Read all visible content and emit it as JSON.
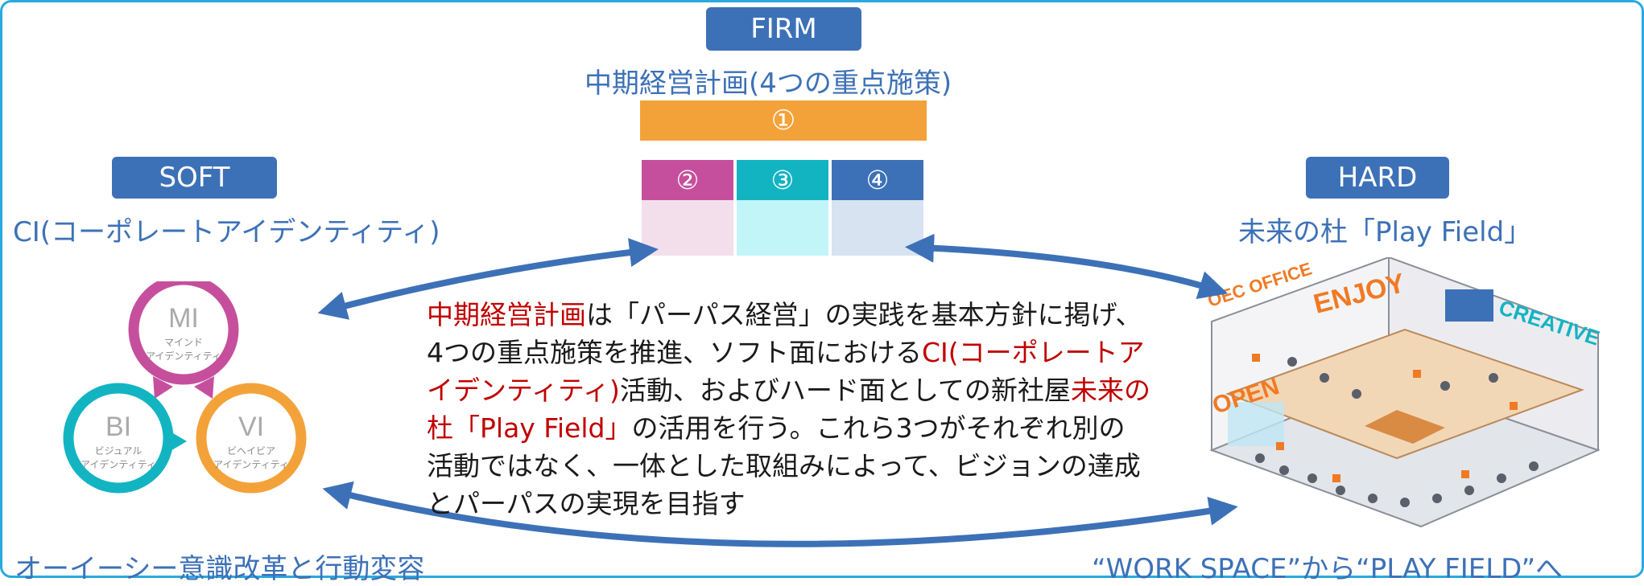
{
  "firm": {
    "tag": "FIRM",
    "subtitle": "中期経営計画(4つの重点施策)",
    "cells": {
      "c1": "①",
      "c2": "②",
      "c3": "③",
      "c4": "④"
    }
  },
  "soft": {
    "tag": "SOFT",
    "subtitle": "CI(コーポレートアイデンティティ)",
    "circles": {
      "mi": {
        "abbr": "MI",
        "line1": "マインド",
        "line2": "アイデンティティ"
      },
      "bi": {
        "abbr": "BI",
        "line1": "ビジュアル",
        "line2": "アイデンティティ"
      },
      "vi": {
        "abbr": "VI",
        "line1": "ビヘイビア",
        "line2": "アイデンティティ"
      }
    },
    "caption": "オーイーシー意識改革と行動変容"
  },
  "hard": {
    "tag": "HARD",
    "subtitle": "未来の杜「Play Field」",
    "illustration": {
      "office": "OEC OFFICE",
      "w1": "ENJOY",
      "w2": "CREATIVE",
      "w3": "OPEN"
    },
    "caption": "“WORK SPACE”から“PLAY FIELD”へ"
  },
  "desc": {
    "s1": "中期経営計画",
    "s2": "は「パーパス経営」の実践を基本方針に掲げ、4つの重点施策を推進、ソフト面における",
    "s3": "CI(コーポレートアイデンティティ)",
    "s4": "活動、およびハード面としての新社屋",
    "s5": "未来の杜「Play Field」",
    "s6": "の活用を行う。これら3つがそれぞれ別の活動ではなく、一体とした取組みによって、ビジョンの達成とパーパスの実現を目指す"
  },
  "colors": {
    "accent": "#3d71b7",
    "highlight": "#c00000",
    "orange": "#f3a23a",
    "magenta": "#c64f9d",
    "teal": "#13b4c2"
  }
}
